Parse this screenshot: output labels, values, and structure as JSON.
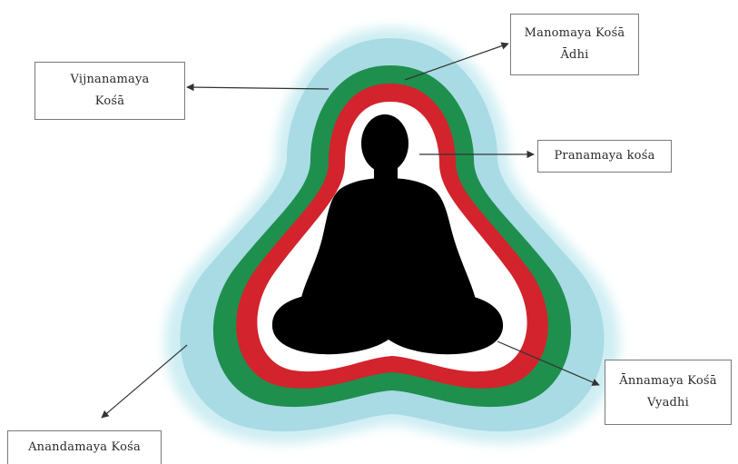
{
  "diagram": {
    "colors": {
      "outer_glow": "#a9dbe4",
      "outer_glow_edge": "#cfeef3",
      "green": "#1f8f4e",
      "red": "#d3232c",
      "white": "#ffffff",
      "figure": "#000000",
      "arrow": "#333333"
    },
    "labels": {
      "vijnanamaya": {
        "line1": "Vijnanamaya",
        "line2": "Kośā"
      },
      "manomaya": {
        "line1": "Manomaya Kośā",
        "line2": "Ādhi"
      },
      "pranamaya": {
        "line1": "Pranamaya kośa"
      },
      "annamaya": {
        "line1": "Ānnamaya Kośā",
        "line2": "Vyadhi"
      },
      "anandamaya": {
        "line1": "Anandamaya Kośa"
      }
    }
  }
}
